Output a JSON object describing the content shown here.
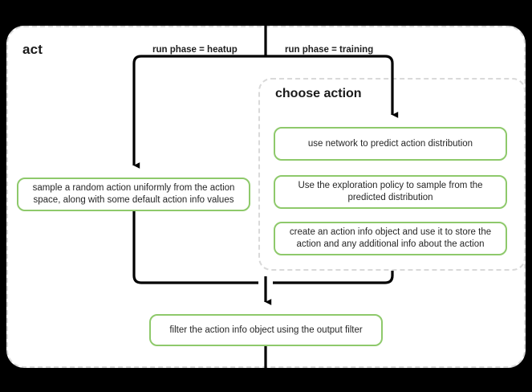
{
  "diagram": {
    "type": "flowchart",
    "outer_group": {
      "title": "act",
      "style": "dashed-rounded-container"
    },
    "inner_group": {
      "title": "choose action",
      "style": "dashed-rounded-container"
    },
    "edge_labels": {
      "left_branch": "run phase = heatup",
      "right_branch": "run phase = training"
    },
    "nodes": {
      "sample_random_action": "sample a random action uniformly from the action space, along with some default action info values",
      "use_network": "use network to predict action distribution",
      "exploration_policy": "Use the exploration policy to sample from the predicted distribution",
      "create_action_info": "create an action info object and use it to store the action and any additional info about the action",
      "filter_action_info": "filter the action info object using the output filter"
    },
    "colors": {
      "node_border": "#8ec96b",
      "node_fill": "#ffffff",
      "group_border": "#d9d9d9",
      "connector": "#000000",
      "text": "#262626",
      "background": "#000000"
    }
  }
}
